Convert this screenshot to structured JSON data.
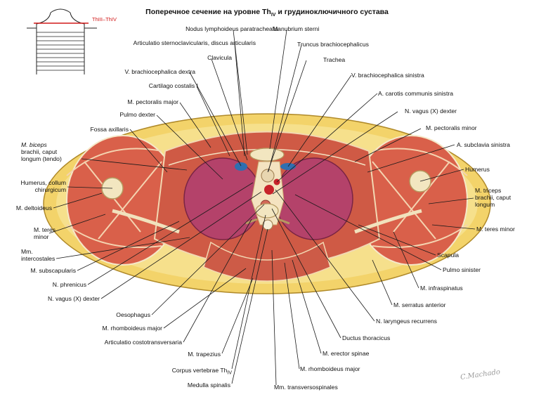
{
  "title": {
    "main": "Поперечное сечение на уровне Th",
    "sub": "IV",
    "tail": " и грудиноключичного сустава"
  },
  "inset": {
    "label": "ThIII–ThIV"
  },
  "labels": {
    "nodus": "Nodus lymphoideus paratrachealis",
    "manubrium": "Manubrium sterni",
    "artic_sterno": "Articulatio sternoclavicularis, discus articularis",
    "truncus": "Truncus brachiocephalicus",
    "clavicula": "Clavicula",
    "trachea": "Trachea",
    "v_brachio_dextra": "V. brachiocephalica dextra",
    "v_brachio_sinistra": "V. brachiocephalica sinistra",
    "cartilago": "Cartilago costalis I",
    "a_carotis": "A. carotis communis sinistra",
    "pect_major_r": "M. pectoralis major",
    "vagus_r": "N. vagus (X) dexter",
    "pulmo_dexter": "Pulmo dexter",
    "pect_minor": "M. pectoralis minor",
    "fossa": "Fossa axillaris",
    "subclavia": "A. subclavia  sinistra",
    "biceps_1": "M. biceps",
    "biceps_2": "brachii, caput",
    "biceps_3": "longum (tendo)",
    "humerus_r": "Humerus",
    "humerus_l1": "Humerus, collum",
    "humerus_l2": "chirurgicum",
    "triceps_1": "M. triceps",
    "triceps_2": "brachii, caput",
    "triceps_3": "longum",
    "deltoideus": "M. deltoideus",
    "teres_minor_l1": "M. teres",
    "teres_minor_l2": "minor",
    "teres_minor_r": "M. teres minor",
    "intercostales_1": "Mm.",
    "intercostales_2": "intercostales",
    "scapula": "Scapula",
    "subscapularis": "M. subscapularis",
    "pulmo_sinister": "Pulmo  sinister",
    "phrenicus": "N. phrenicus",
    "infraspinatus": "M. infraspinatus",
    "vagus_l": "N. vagus (X) dexter",
    "serratus": "M. serratus anterior",
    "oesophagus": "Oesophagus",
    "laryngeus": "N. laryngeus recurrens",
    "rhomboideus_l": "M. rhomboideus major",
    "ductus": "Ductus thoracicus",
    "costotransv": "Articulatio costotransversaria",
    "erector": "M. erector spinae",
    "trapezius": "M. trapezius",
    "rhomboideus_r": "M. rhomboideus major",
    "corpus": "Corpus vertebrae Th",
    "corpus_sub": "IV",
    "medulla": "Medulla spinalis",
    "transverso": "Mm. transversospinales"
  },
  "signature": "C.Machado",
  "colors": {
    "fat": "#f3d36a",
    "muscle": "#d9604a",
    "lung": "#b4426a",
    "line": "#1a1a1a"
  }
}
